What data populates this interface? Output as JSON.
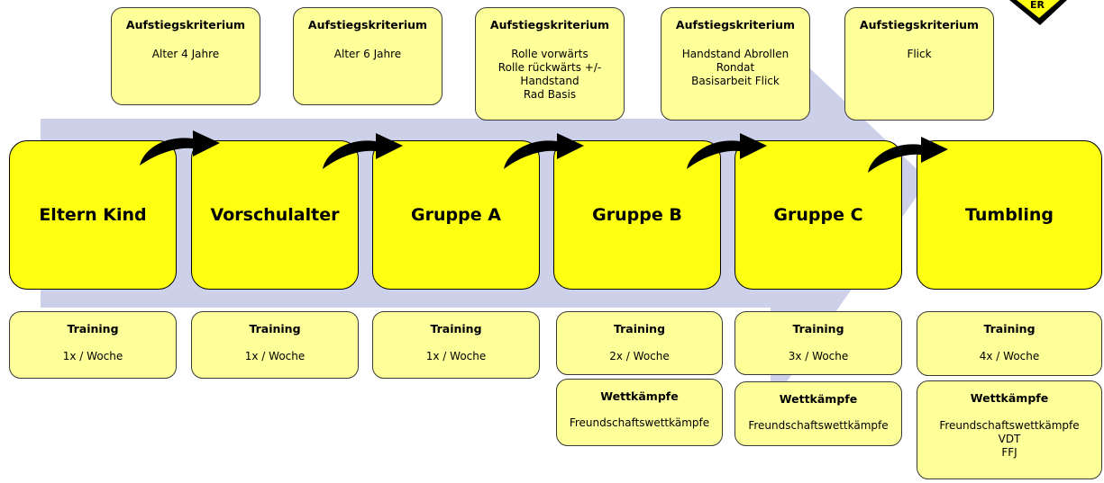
{
  "colors": {
    "stage_fill": "#ffff11",
    "info_fill": "#ffff99",
    "big_arrow": "#ccd0e8",
    "outline": "#000000"
  },
  "logo": {
    "text": "ER"
  },
  "stages": [
    {
      "name": "Eltern Kind",
      "criterion": {
        "title": "Aufstiegskriterium",
        "text": "Alter 4 Jahre"
      },
      "training": {
        "title": "Training",
        "text": "1x / Woche"
      }
    },
    {
      "name": "Vorschulalter",
      "criterion": {
        "title": "Aufstiegskriterium",
        "text": "Alter 6 Jahre"
      },
      "training": {
        "title": "Training",
        "text": "1x / Woche"
      }
    },
    {
      "name": "Gruppe A",
      "criterion": {
        "title": "Aufstiegskriterium",
        "text": "Rolle vorwärts\nRolle rückwärts +/-\nHandstand\nRad Basis"
      },
      "training": {
        "title": "Training",
        "text": "1x / Woche"
      }
    },
    {
      "name": "Gruppe B",
      "criterion": {
        "title": "Aufstiegskriterium",
        "text": "Handstand Abrollen\nRondat\nBasisarbeit Flick"
      },
      "training": {
        "title": "Training",
        "text": "2x / Woche"
      },
      "competition": {
        "title": "Wettkämpfe",
        "text": "Freundschaftswettkämpfe"
      }
    },
    {
      "name": "Gruppe C",
      "criterion": {
        "title": "Aufstiegskriterium",
        "text": "Flick"
      },
      "training": {
        "title": "Training",
        "text": "3x / Woche"
      },
      "competition": {
        "title": "Wettkämpfe",
        "text": "Freundschaftswettkämpfe"
      }
    },
    {
      "name": "Tumbling",
      "training": {
        "title": "Training",
        "text": "4x / Woche"
      },
      "competition": {
        "title": "Wettkämpfe",
        "text": "Freundschaftswettkämpfe\nVDT\nFFJ"
      }
    }
  ]
}
